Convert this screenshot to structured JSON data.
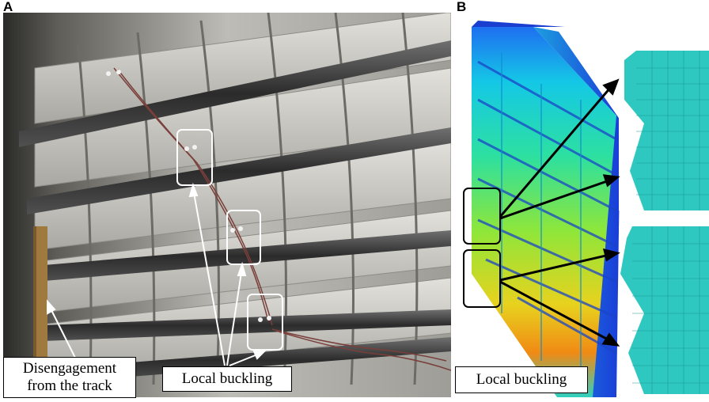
{
  "panels": {
    "a": {
      "letter": "A"
    },
    "b": {
      "letter": "B"
    }
  },
  "labels": {
    "disengagement": "Disengagement\nfrom the track",
    "local_buckling_a": "Local buckling",
    "local_buckling_b": "Local buckling"
  }
}
